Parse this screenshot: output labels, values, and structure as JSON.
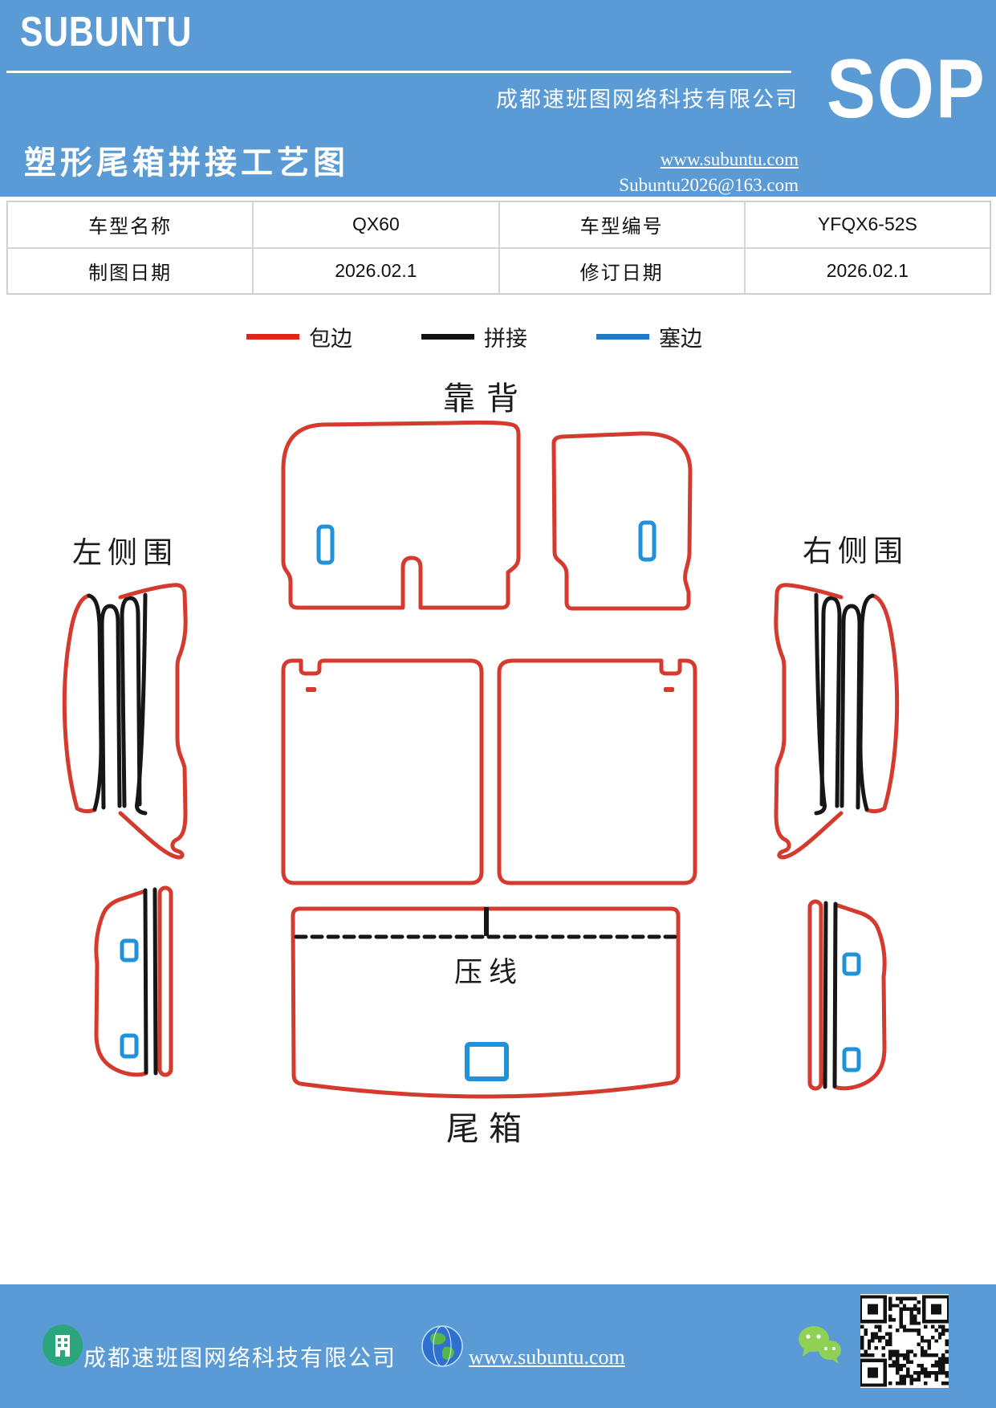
{
  "header": {
    "brand": "SUBUNTU",
    "title": "塑形尾箱拼接工艺图",
    "company": "成都速班图网络科技有限公司",
    "website": "www.subuntu.com",
    "email": "Subuntu2026@163.com",
    "sop_badge": "SOP",
    "accent_blue": "#5b9bd5"
  },
  "info_table": {
    "rows": [
      {
        "cells": [
          "车型名称",
          "QX60",
          "车型编号",
          "YFQX6-52S"
        ]
      },
      {
        "cells": [
          "制图日期",
          "2026.02.1",
          "修订日期",
          "2026.02.1"
        ]
      }
    ]
  },
  "legend": {
    "items": [
      {
        "label": "包边",
        "color": "#e02519"
      },
      {
        "label": "拼接",
        "color": "#111111"
      },
      {
        "label": "塞边",
        "color": "#1f78c8"
      }
    ]
  },
  "diagram": {
    "labels": {
      "backrest": "靠背",
      "left_side": "左侧围",
      "right_side": "右侧围",
      "crease": "压线",
      "trunk": "尾箱"
    },
    "colors": {
      "outline_red": "#d53a2e",
      "splice_black": "#161616",
      "tuck_blue": "#2191d9"
    }
  },
  "footer": {
    "company": "成都速班图网络科技有限公司",
    "website": "www.subuntu.com",
    "icons": [
      "building-icon",
      "globe-icon",
      "wechat-icon",
      "qr-code"
    ]
  }
}
